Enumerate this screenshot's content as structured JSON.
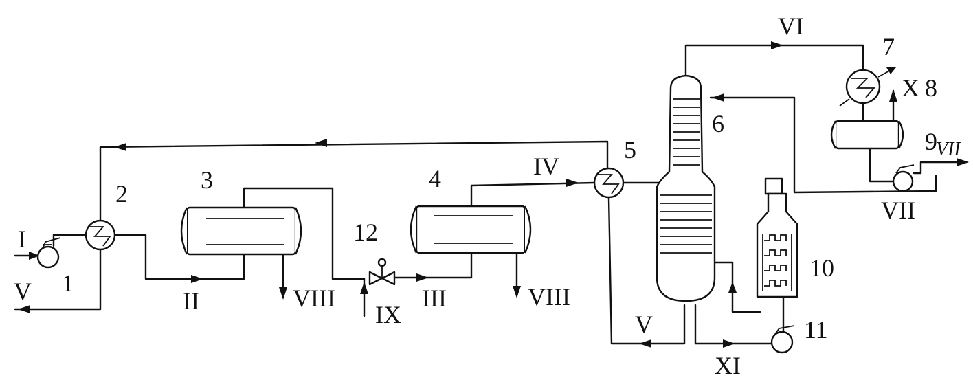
{
  "equipment_numbers": {
    "n1": "1",
    "n2": "2",
    "n3": "3",
    "n4": "4",
    "n5": "5",
    "n6": "6",
    "n7": "7",
    "n8": "8",
    "n9": "9",
    "n10": "10",
    "n11": "11",
    "n12": "12"
  },
  "stream_labels": {
    "I": "I",
    "II": "II",
    "III": "III",
    "IV": "IV",
    "V_left": "V",
    "V_bottom": "V",
    "VI": "VI",
    "VII_top": "VII",
    "VII_bottom": "VII",
    "VIII_left": "VIII",
    "VIII_right": "VIII",
    "IX": "IX",
    "X": "X",
    "XI": "XI"
  }
}
